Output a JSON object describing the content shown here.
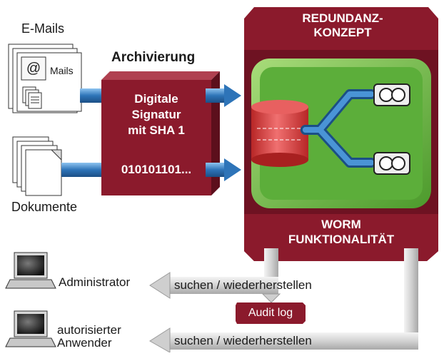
{
  "inputs": {
    "emails_label": "E-Mails",
    "mails_tag": "Mails",
    "documents_label": "Dokumente"
  },
  "archive": {
    "heading": "Archivierung",
    "signature_lines": [
      "Digitale",
      "Signatur",
      "mit SHA 1"
    ],
    "bits": "010101101..."
  },
  "storage": {
    "top_label_lines": [
      "REDUNDANZ-",
      "KONZEPT"
    ],
    "bottom_label_lines": [
      "WORM",
      "FUNKTIONALITÄT"
    ]
  },
  "users": {
    "admin_label": "Administrator",
    "user_label_lines": [
      "autorisierter",
      "Anwender"
    ]
  },
  "flows": {
    "admin_action": "suchen / wiederherstellen",
    "user_action": "suchen / wiederherstellen",
    "audit": "Audit log"
  },
  "colors": {
    "maroon": "#8b1a2c",
    "green": "#5cae3a",
    "blue": "#3a7fc0",
    "drum_red": "#d43a3a"
  }
}
